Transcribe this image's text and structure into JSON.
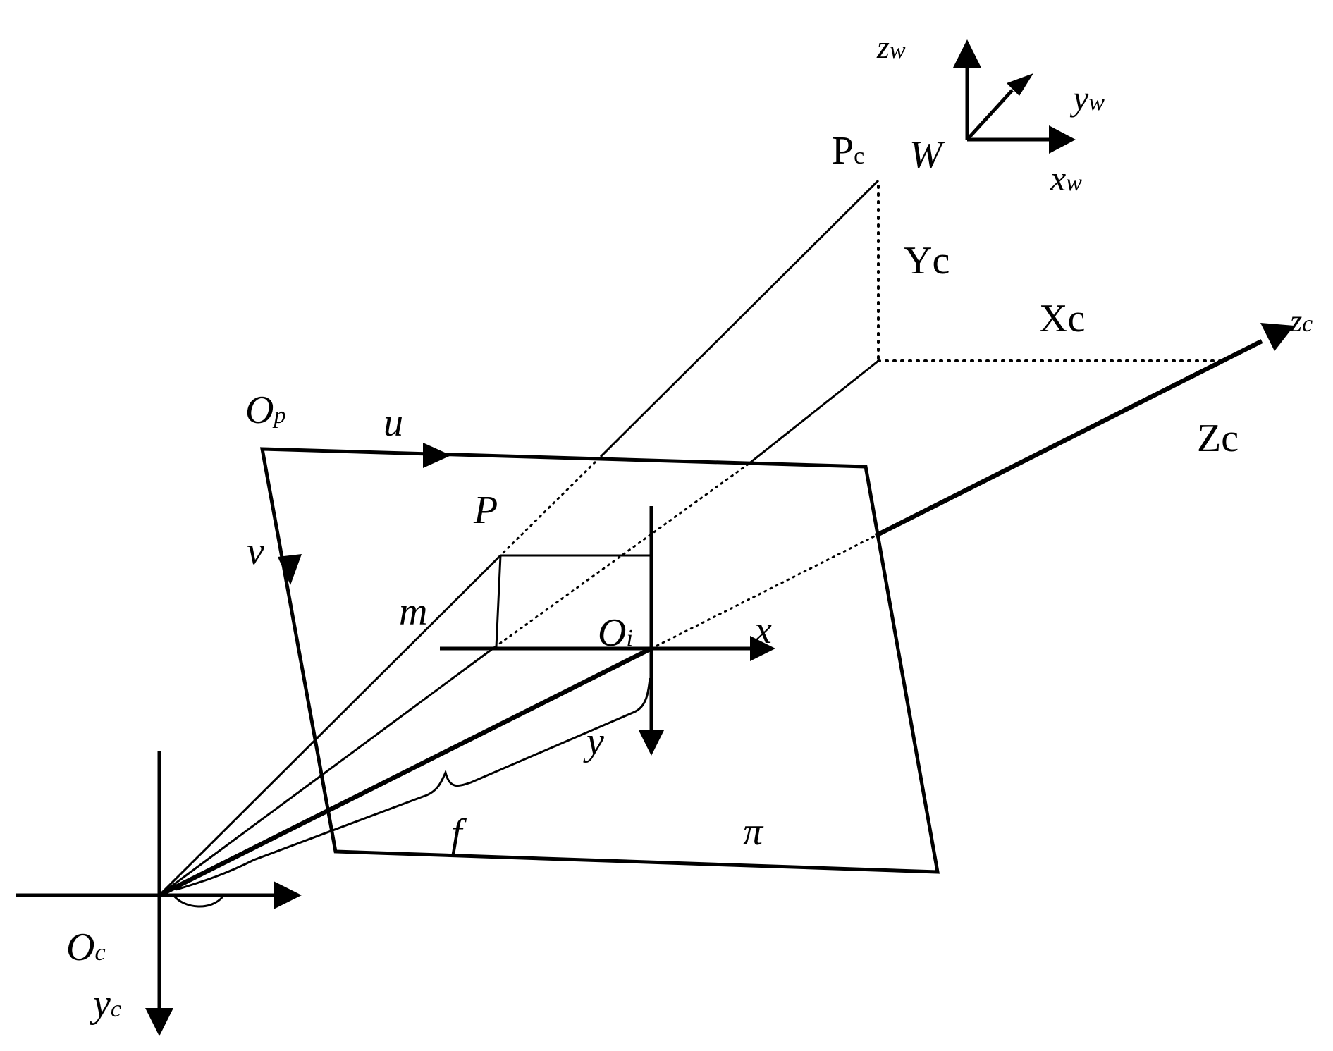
{
  "labels": {
    "Pc": {
      "main": "P",
      "sub": "c"
    },
    "Yc": {
      "main": "Y",
      "sub": "c"
    },
    "Xc": {
      "main": "X",
      "sub": "c"
    },
    "Zc": {
      "main": "Z",
      "sub": "c"
    },
    "zc": {
      "main": "z",
      "sub": "c"
    },
    "zw": {
      "main": "z",
      "sub": "w"
    },
    "yw": {
      "main": "y",
      "sub": "w"
    },
    "xw": {
      "main": "x",
      "sub": "w"
    },
    "W": "W",
    "Op": {
      "main": "O",
      "sub": "p"
    },
    "u": "u",
    "v": "v",
    "P": "P",
    "m": "m",
    "Oi": {
      "main": "O",
      "sub": "i"
    },
    "x": "x",
    "y": "y",
    "f": "f",
    "pi": "π",
    "Oc": {
      "main": "O",
      "sub": "c"
    },
    "yc": {
      "main": "y",
      "sub": "c"
    }
  }
}
